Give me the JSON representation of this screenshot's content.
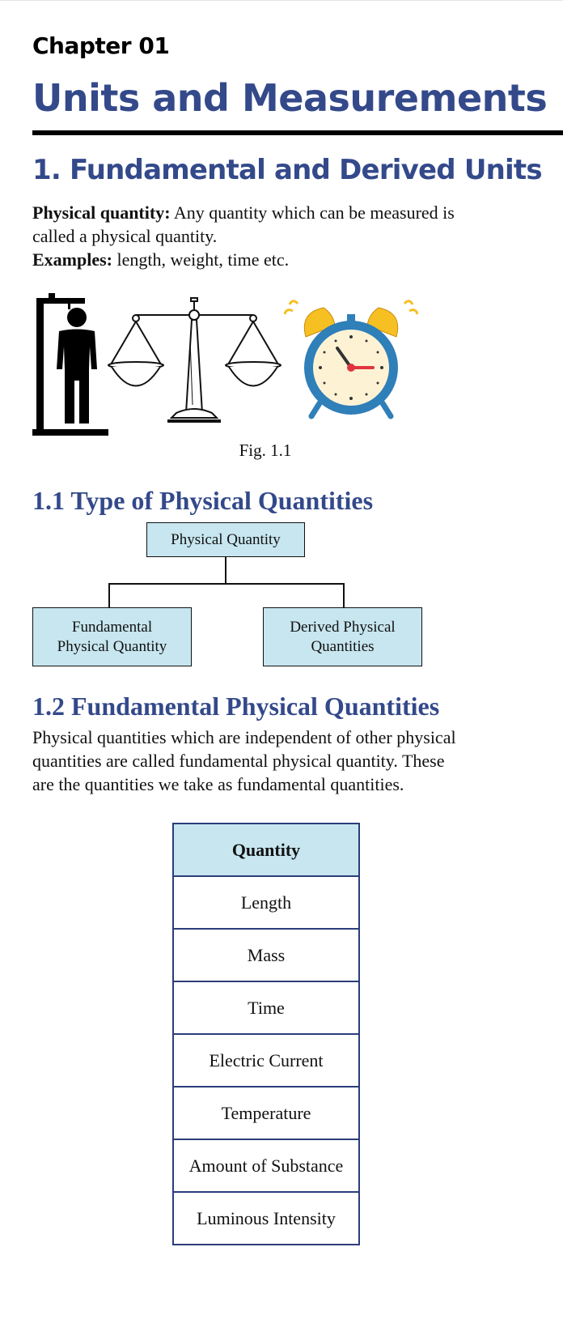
{
  "header": {
    "chapter_label": "Chapter 01",
    "chapter_title": "Units and Measurements"
  },
  "section1": {
    "title": "1. Fundamental and Derived Units",
    "physical_quantity_term": "Physical quantity:",
    "physical_quantity_def_line1": " Any quantity which can be measured is",
    "physical_quantity_def_line2": "called a physical quantity.",
    "examples_term": "Examples:",
    "examples_text": " length, weight, time etc.",
    "figure_caption": "Fig. 1.1",
    "figure_icons": [
      "person-height-measure-icon",
      "balance-scale-icon",
      "alarm-clock-icon"
    ]
  },
  "section1_1": {
    "title": "1.1 Type of Physical Quantities",
    "tree": {
      "root": "Physical Quantity",
      "left_line1": "Fundamental",
      "left_line2": "Physical Quantity",
      "right_line1": "Derived Physical",
      "right_line2": "Quantities"
    }
  },
  "section1_2": {
    "title": "1.2 Fundamental Physical Quantities",
    "para_line1": "Physical quantities which are independent of other physical",
    "para_line2": "quantities are called fundamental physical quantity. These",
    "para_line3": "are the quantities we take as fundamental quantities.",
    "table": {
      "header": "Quantity",
      "rows": [
        "Length",
        "Mass",
        "Time",
        "Electric Current",
        "Temperature",
        "Amount of Substance",
        "Luminous Intensity"
      ]
    }
  },
  "colors": {
    "heading_blue": "#33498a",
    "box_fill": "#c7e6ef",
    "table_border": "#2b3d7a",
    "clock_blue": "#2f7fb9",
    "bell_yellow": "#f6c022",
    "clock_hand_red": "#e0353f"
  }
}
